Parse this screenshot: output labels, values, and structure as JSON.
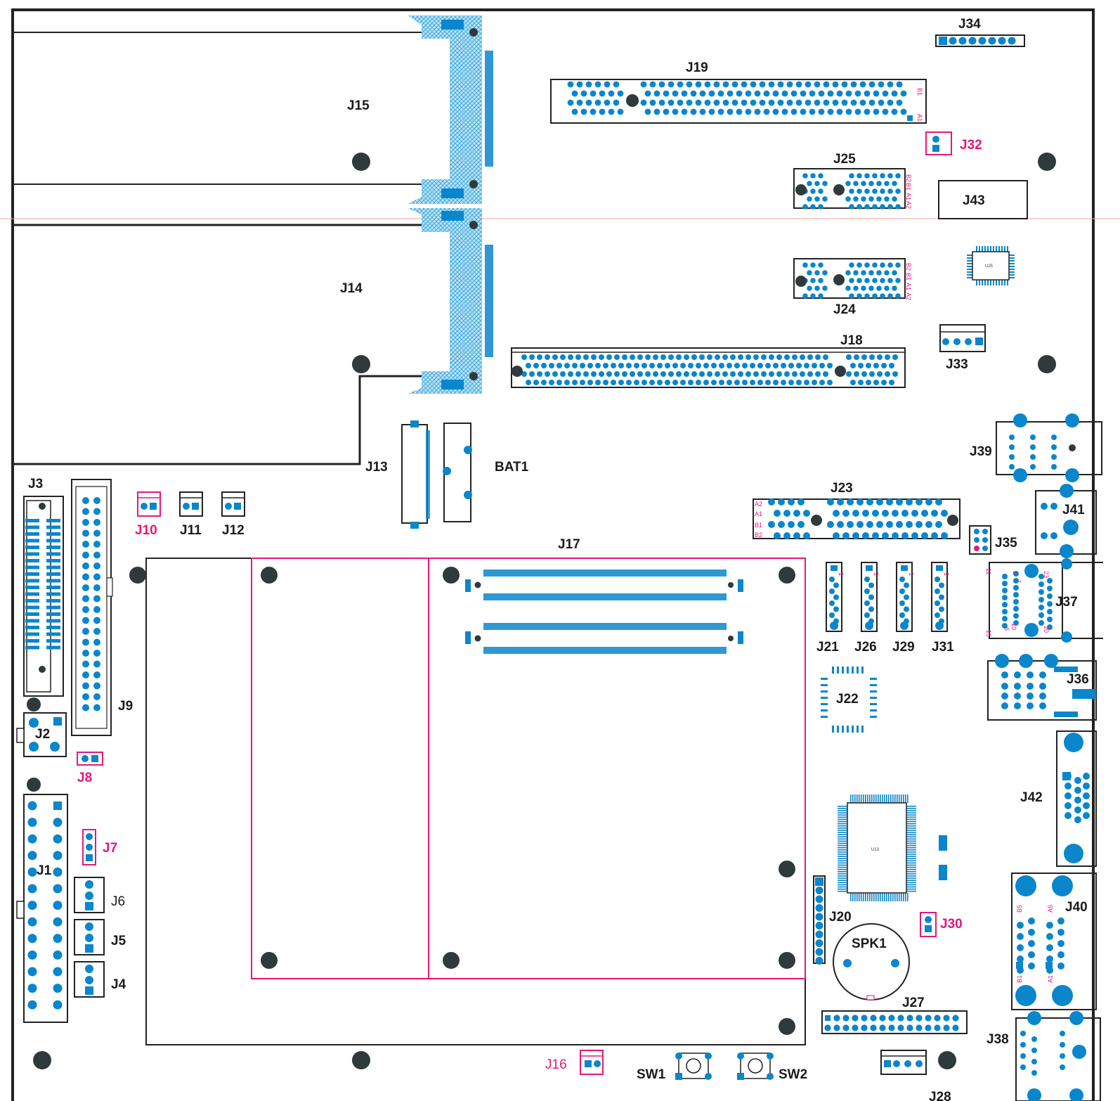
{
  "labels": {
    "J1": "J1",
    "J2": "J2",
    "J3": "J3",
    "J4": "J4",
    "J5": "J5",
    "J6": "J6",
    "J7": "J7",
    "J8": "J8",
    "J9": "J9",
    "J10": "J10",
    "J11": "J11",
    "J12": "J12",
    "J13": "J13",
    "BAT1": "BAT1",
    "J14": "J14",
    "J15": "J15",
    "J16": "J16",
    "J17": "J17",
    "J18": "J18",
    "J19": "J19",
    "J20": "J20",
    "J21": "J21",
    "J22": "J22",
    "J23": "J23",
    "J24": "J24",
    "J25": "J25",
    "J26": "J26",
    "J27": "J27",
    "J28": "J28",
    "J29": "J29",
    "J30": "J30",
    "J31": "J31",
    "J32": "J32",
    "J33": "J33",
    "J34": "J34",
    "J35": "J35",
    "J36": "J36",
    "J37": "J37",
    "J38": "J38",
    "J39": "J39",
    "J40": "J40",
    "J41": "J41",
    "J42": "J42",
    "J43": "J43",
    "SPK1": "SPK1",
    "SW1": "SW1",
    "SW2": "SW2",
    "U13": "U13",
    "U25": "U25"
  },
  "pin_marks": {
    "J19": [
      "B1",
      "A1"
    ],
    "J25": [
      "B2",
      "B1",
      "A1",
      "A2"
    ],
    "J24": [
      "B2",
      "B1",
      "A1",
      "A2"
    ],
    "J23": [
      "A2",
      "A1",
      "B1",
      "B2"
    ],
    "J21": "1",
    "J26": "1",
    "J29": "1",
    "J31": "1",
    "J37": [
      "11",
      "1",
      "7",
      "23",
      "15",
      "6",
      "10",
      "20"
    ],
    "J40": [
      "B5",
      "A5",
      "B1",
      "A1"
    ]
  },
  "colors": {
    "pad": "#0a86cc",
    "hole": "#2f3a3c",
    "outline": "#222222",
    "jumper": "#e5177b",
    "hatch": "#7ec8ee"
  }
}
